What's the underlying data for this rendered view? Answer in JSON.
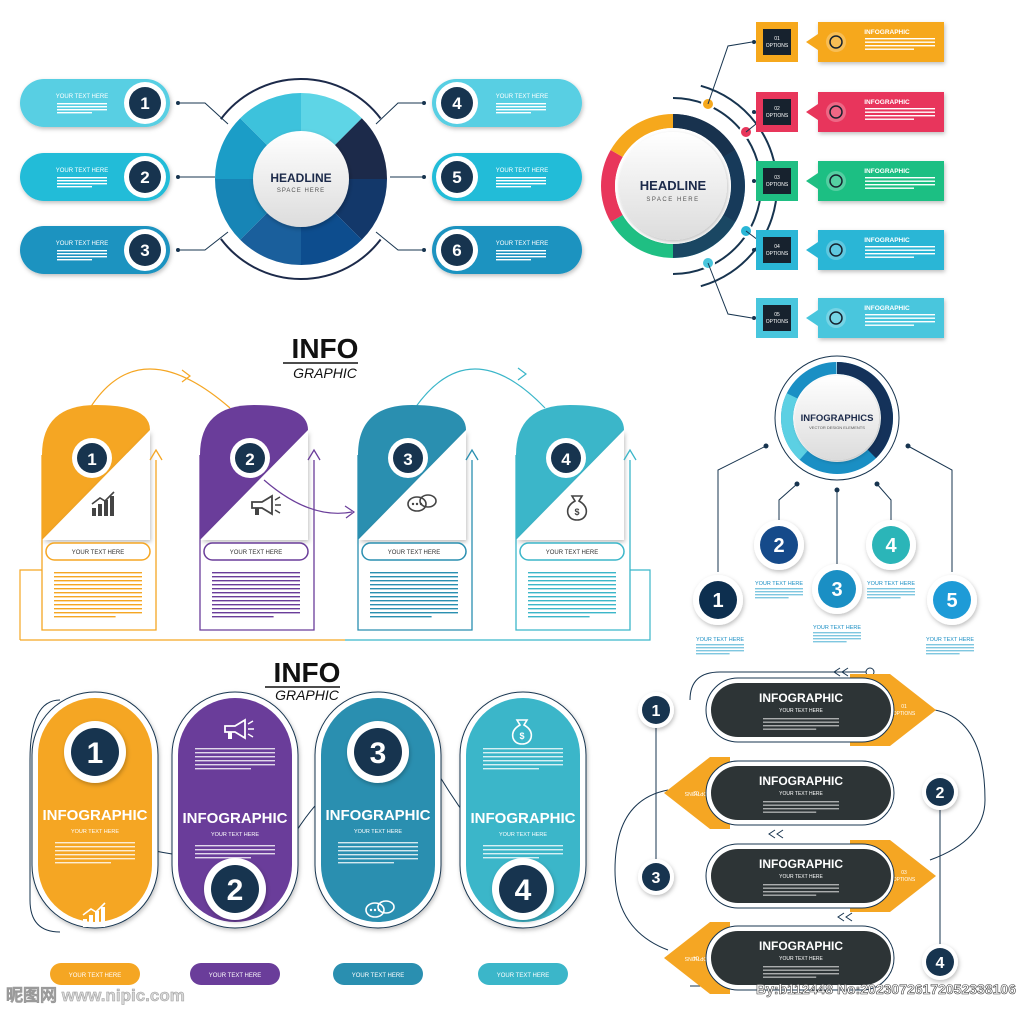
{
  "panel1": {
    "headline": "HEADLINE",
    "subline": "SPACE HERE",
    "items": [
      {
        "num": "1",
        "text": "YOUR TEXT HERE"
      },
      {
        "num": "2",
        "text": "YOUR TEXT HERE"
      },
      {
        "num": "3",
        "text": "YOUR TEXT HERE"
      },
      {
        "num": "4",
        "text": "YOUR TEXT HERE"
      },
      {
        "num": "5",
        "text": "YOUR TEXT HERE"
      },
      {
        "num": "6",
        "text": "YOUR TEXT HERE"
      }
    ],
    "colors": [
      "#4fd0e3",
      "#1fb4d2",
      "#1b8ab8",
      "#1c2a4a",
      "#123a6b",
      "#0b4b8a"
    ]
  },
  "panel2": {
    "headline": "HEADLINE",
    "subline": "SPACE HERE",
    "items": [
      {
        "num": "01",
        "option": "OPTIONS",
        "title": "INFOGRAPHIC",
        "color": "#f6a81c",
        "icon": "monitor-icon"
      },
      {
        "num": "02",
        "option": "OPTIONS",
        "title": "INFOGRAPHIC",
        "color": "#e8365b",
        "icon": "pie-chart-icon"
      },
      {
        "num": "03",
        "option": "OPTIONS",
        "title": "INFOGRAPHIC",
        "color": "#1fbf83",
        "icon": "gear-icon"
      },
      {
        "num": "04",
        "option": "OPTIONS",
        "title": "INFOGRAPHIC",
        "color": "#2ab6d6",
        "icon": "megaphone-icon"
      },
      {
        "num": "05",
        "option": "OPTIONS",
        "title": "INFOGRAPHIC",
        "color": "#48c6dd",
        "icon": "bar-chart-icon"
      }
    ]
  },
  "panel3": {
    "title": "INFO",
    "subtitle": "GRAPHIC",
    "steps": [
      {
        "num": "1",
        "label": "YOUR TEXT HERE",
        "color": "#f5a623",
        "icon": "bar-chart-icon"
      },
      {
        "num": "2",
        "label": "YOUR TEXT HERE",
        "color": "#6a3d9a",
        "icon": "megaphone-icon"
      },
      {
        "num": "3",
        "label": "YOUR TEXT HERE",
        "color": "#2a8fb0",
        "icon": "chat-bubbles-icon"
      },
      {
        "num": "4",
        "label": "YOUR TEXT HERE",
        "color": "#3bb6c9",
        "icon": "money-bag-icon"
      }
    ]
  },
  "panel4": {
    "headline": "INFOGRAPHICS",
    "subline": "VECTOR DESIGN ELEMENTS",
    "nodes": [
      {
        "num": "1",
        "label": "YOUR TEXT HERE",
        "color": "#0d2f4f"
      },
      {
        "num": "2",
        "label": "YOUR TEXT HERE",
        "color": "#154a8a"
      },
      {
        "num": "3",
        "label": "YOUR TEXT HERE",
        "color": "#1a8fc4"
      },
      {
        "num": "4",
        "label": "YOUR TEXT HERE",
        "color": "#2bb5b8"
      },
      {
        "num": "5",
        "label": "YOUR TEXT HERE",
        "color": "#1e9bd7"
      }
    ]
  },
  "panel5": {
    "title": "INFO",
    "subtitle": "GRAPHIC",
    "columns": [
      {
        "num": "1",
        "title": "INFOGRAPHIC",
        "sub": "YOUR TEXT HERE",
        "button": "YOUR TEXT HERE",
        "color": "#f5a623",
        "icon": "bar-chart-icon"
      },
      {
        "num": "2",
        "title": "INFOGRAPHIC",
        "sub": "YOUR TEXT HERE",
        "button": "YOUR TEXT HERE",
        "color": "#6a3d9a",
        "icon": "megaphone-icon"
      },
      {
        "num": "3",
        "title": "INFOGRAPHIC",
        "sub": "YOUR TEXT HERE",
        "button": "YOUR TEXT HERE",
        "color": "#2a8fb0",
        "icon": "chat-bubbles-icon"
      },
      {
        "num": "4",
        "title": "INFOGRAPHIC",
        "sub": "YOUR TEXT HERE",
        "button": "YOUR TEXT HERE",
        "color": "#3bb6c9",
        "icon": "money-bag-icon"
      }
    ]
  },
  "panel6": {
    "rows": [
      {
        "num": "1",
        "title": "INFOGRAPHIC",
        "sub": "YOUR TEXT HERE",
        "arrow_num": "01",
        "arrow_text": "OPTIONS"
      },
      {
        "num": "2",
        "title": "INFOGRAPHIC",
        "sub": "YOUR TEXT HERE",
        "arrow_num": "02",
        "arrow_text": "OPTIONS"
      },
      {
        "num": "3",
        "title": "INFOGRAPHIC",
        "sub": "YOUR TEXT HERE",
        "arrow_num": "03",
        "arrow_text": "OPTIONS"
      },
      {
        "num": "4",
        "title": "INFOGRAPHIC",
        "sub": "YOUR TEXT HERE",
        "arrow_num": "04",
        "arrow_text": "OPTIONS"
      }
    ],
    "arrow_color": "#f5a623",
    "bar_color": "#2d3436"
  },
  "watermark": {
    "site": "昵图网 www.nipic.com",
    "id": "By:b112448 No:20230726172052338106"
  }
}
